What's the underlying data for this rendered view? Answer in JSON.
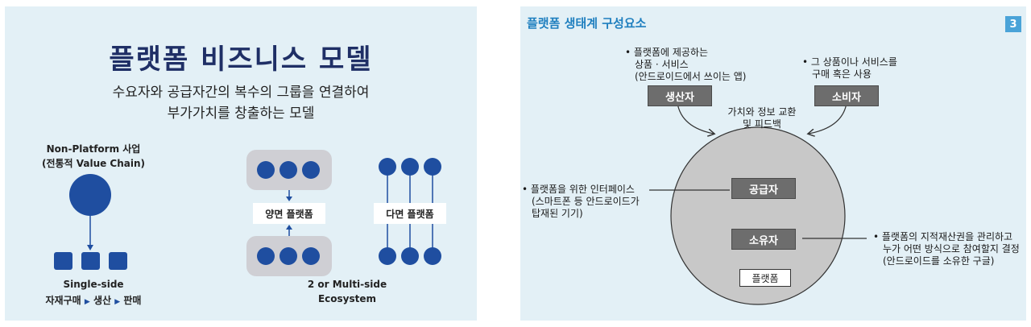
{
  "left": {
    "title": "플랫폼 비즈니스 모델",
    "subtitle_line1": "수요자와 공급자간의 복수의 그룹을 연결하여",
    "subtitle_line2": "부가가치를 창출하는 모델",
    "non_platform": {
      "label_line1": "Non-Platform 사업",
      "label_line2": "(전통적 Value Chain)",
      "caption_line1": "Single-side",
      "chain": [
        "자재구매",
        "생산",
        "판매"
      ],
      "chain_sep": "▶"
    },
    "two_sided_label": "양면 플랫폼",
    "multi_sided_label": "다면 플랫폼",
    "ecosystem_line1": "2 or Multi-side",
    "ecosystem_line2": "Ecosystem"
  },
  "right": {
    "title": "플랫폼 생태계 구성요소",
    "page_number": "3",
    "producer_note": [
      "• 플랫폼에 제공하는",
      "상품 · 서비스",
      "(안드로이드에서 쓰이는 앱)"
    ],
    "consumer_note": [
      "• 그 상품이나 서비스를",
      "구매 혹은 사용"
    ],
    "producer": "생산자",
    "consumer": "소비자",
    "exchange_note": [
      "가치와 정보 교환",
      "및 피드백"
    ],
    "interface_note": [
      "• 플랫폼을 위한 인터페이스",
      "(스마트폰 등 안드로이드가",
      "탑재된 기기)"
    ],
    "supplier": "공급자",
    "owner": "소유자",
    "platform": "플랫폼",
    "owner_note": [
      "• 플랫폼의 지적재산권을 관리하고",
      "누가 어떤 방식으로 참여할지 결정",
      "(안드로이드를 소유한 구글)"
    ]
  }
}
